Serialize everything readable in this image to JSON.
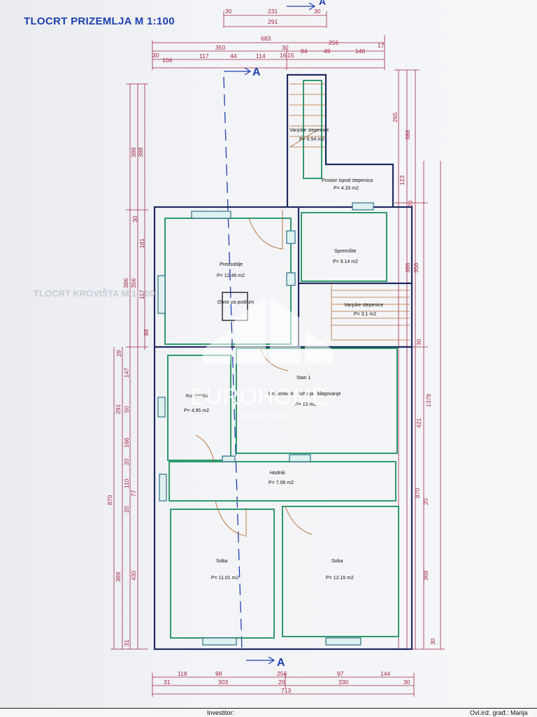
{
  "title": "TLOCRT PRIZEMLJA  M 1:100",
  "section_label": "A",
  "ghost_text": "TLOCRT KROVIŠTA M 1:100",
  "watermark": {
    "brand": "EUROHOME",
    "sub": "NEKRETNINE"
  },
  "rooms": {
    "vanjske1": {
      "name": "Vanjske stepenice",
      "area": "P= 6.54 m2"
    },
    "prostor": {
      "name": "Prostor ispod stepenica",
      "area": "P= 4.33 m2"
    },
    "spremiste": {
      "name": "Spremište",
      "area": "P= 9.14 m2"
    },
    "vanjske2": {
      "name": "Vanjske stepenice",
      "area": "P= 3.1 m2"
    },
    "predsoblje": {
      "name": "Predsoblje",
      "area": "P= 12.46 m2"
    },
    "otvor": {
      "name": "Otvor za podrum"
    },
    "stan": {
      "name": "Stan 1"
    },
    "dnevni": {
      "name": "Dn.boravak - kuhinja i blagovanje",
      "area": "P= 13 m2"
    },
    "kupaonica": {
      "name": "Kupaonica",
      "area": "P= 4.95 m2"
    },
    "hodnik": {
      "name": "Hodnik",
      "area": "P= 7.06 m2"
    },
    "soba1": {
      "name": "Soba",
      "area": "P= 11.01 m2"
    },
    "soba2": {
      "name": "Soba",
      "area": "P= 12.16 m2"
    }
  },
  "dims": {
    "t1": [
      "30",
      "231",
      "30"
    ],
    "t1b": "291",
    "t2": "683",
    "t3": [
      "350",
      "30",
      "256"
    ],
    "t4": [
      "30",
      "104",
      "117",
      "44",
      "114",
      "16",
      "15",
      "84",
      "49",
      "140",
      "17"
    ],
    "b1": [
      "118",
      "98",
      "256",
      "97",
      "144"
    ],
    "b2": [
      "31",
      "303",
      "20",
      "330",
      "30"
    ],
    "b3": "713",
    "l_out": [
      "388",
      "386",
      "870"
    ],
    "l_mid": [
      "388",
      "30",
      "181",
      "117",
      "88",
      "29",
      "291",
      "369"
    ],
    "l_in": [
      "356",
      "147",
      "50",
      "166",
      "20",
      "110",
      "20",
      "77",
      "430",
      "31"
    ],
    "r_out": [
      "265",
      "388",
      "123",
      "20",
      "386",
      "356",
      "30",
      "421",
      "1379",
      "870",
      "20",
      "369",
      "30"
    ]
  },
  "footer": {
    "investitor": "Investitor:",
    "ovlasteni": "Ovl.inž. građ.: Marija"
  }
}
